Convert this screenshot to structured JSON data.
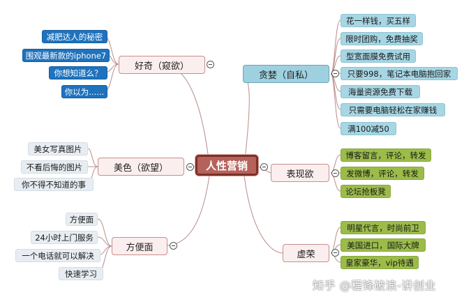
{
  "diagram": {
    "center": "人性营销",
    "branches": [
      {
        "label": "好奇（窥欲）",
        "items": [
          "减肥达人的秘密",
          "围观最新款的iphone7",
          "你想知道么？",
          "你以为......"
        ]
      },
      {
        "label": "贪婪（自私）",
        "items": [
          "花一样钱，买五样",
          "限时团购，免费抽奖",
          "型宽面膜免费试用",
          "只要998，笔记本电脑抱回家",
          "海量资源免费下载",
          "只需要电脑轻松在家赚钱",
          "满100减50"
        ]
      },
      {
        "label": "美色（欲望）",
        "items": [
          "美女写真图片",
          "不看后悔的图片",
          "你不得不知道的事"
        ]
      },
      {
        "label": "表现欲",
        "items": [
          "博客留言，评论，转发",
          "发微博，评论，转发",
          "论坛抢板凳"
        ]
      },
      {
        "label": "方便面",
        "items": [
          "方便面",
          "24小时上门服务",
          "一个电话就可以解决",
          "快速学习"
        ]
      },
      {
        "label": "虚荣",
        "items": [
          "明星代言，时尚前卫",
          "美国进口，国际大牌",
          "皇家豪华，vip待遇"
        ]
      }
    ]
  },
  "colors": {
    "link": "#b88c8a",
    "center": "#b5625a",
    "main_blue": "#9ed0e0",
    "leaf_cyan": "#a7d6e4",
    "leaf_navy": "#1f72bd",
    "leaf_olive": "#9cbc49",
    "leaf_gray": "#e7edf2"
  },
  "watermark": "知乎 @程锋破浪-讲创业"
}
